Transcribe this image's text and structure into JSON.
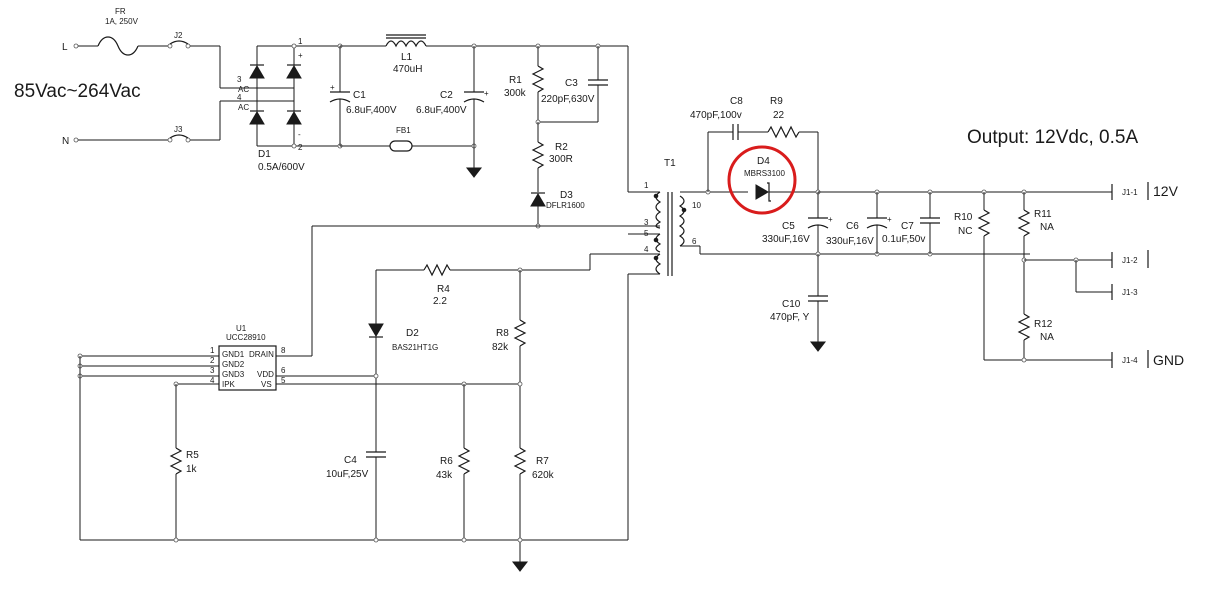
{
  "input": {
    "voltage": "85Vac~264Vac",
    "line": "L",
    "neutral": "N",
    "fuse_ref": "FR",
    "fuse_val": "1A, 250V",
    "j2": "J2",
    "j3": "J3"
  },
  "output": {
    "title": "Output: 12Vdc, 0.5A",
    "v12": "12V",
    "gnd": "GND"
  },
  "bridge": {
    "ref": "D1",
    "val": "0.5A/600V",
    "pin1": "1",
    "pin2": "2",
    "pin3": "3",
    "pin4": "4",
    "ac1": "AC",
    "ac2": "AC",
    "plus": "+",
    "minus": "-"
  },
  "c1": {
    "ref": "C1",
    "val": "6.8uF,400V"
  },
  "c2": {
    "ref": "C2",
    "val": "6.8uF,400V"
  },
  "l1": {
    "ref": "L1",
    "val": "470uH"
  },
  "fb1": {
    "ref": "FB1"
  },
  "r1": {
    "ref": "R1",
    "val": "300k"
  },
  "c3": {
    "ref": "C3",
    "val": "220pF,630V"
  },
  "r2": {
    "ref": "R2",
    "val": "300R"
  },
  "d3": {
    "ref": "D3",
    "val": "DFLR1600"
  },
  "t1": {
    "ref": "T1",
    "p1": "1",
    "p3": "3",
    "p5": "5",
    "p4": "4",
    "p10": "10",
    "p6": "6"
  },
  "c8": {
    "ref": "C8",
    "val": "470pF,100v"
  },
  "r9": {
    "ref": "R9",
    "val": "22"
  },
  "d4": {
    "ref": "D4",
    "val": "MBRS3100"
  },
  "c5": {
    "ref": "C5",
    "val": "330uF,16V"
  },
  "c6": {
    "ref": "C6",
    "val": "330uF,16V"
  },
  "c7": {
    "ref": "C7",
    "val": "0.1uF,50v"
  },
  "r10": {
    "ref": "R10",
    "val": "NC"
  },
  "r11": {
    "ref": "R11",
    "val": "NA"
  },
  "r12": {
    "ref": "R12",
    "val": "NA"
  },
  "c10": {
    "ref": "C10",
    "val": "470pF, Y"
  },
  "j1": {
    "p1": "J1-1",
    "p2": "J1-2",
    "p3": "J1-3",
    "p4": "J1-4"
  },
  "u1": {
    "ref": "U1",
    "part": "UCC28910",
    "gnd1": "GND1",
    "gnd2": "GND2",
    "gnd3": "GND3",
    "ipk": "IPK",
    "drain": "DRAIN",
    "vdd": "VDD",
    "vs": "VS",
    "n1": "1",
    "n2": "2",
    "n3": "3",
    "n4": "4",
    "n8": "8",
    "n6": "6",
    "n5": "5"
  },
  "r4": {
    "ref": "R4",
    "val": "2.2"
  },
  "d2": {
    "ref": "D2",
    "val": "BAS21HT1G"
  },
  "r8": {
    "ref": "R8",
    "val": "82k"
  },
  "r5": {
    "ref": "R5",
    "val": "1k"
  },
  "c4": {
    "ref": "C4",
    "val": "10uF,25V"
  },
  "r6": {
    "ref": "R6",
    "val": "43k"
  },
  "r7": {
    "ref": "R7",
    "val": "620k"
  },
  "highlight_color": "#d91c1c"
}
